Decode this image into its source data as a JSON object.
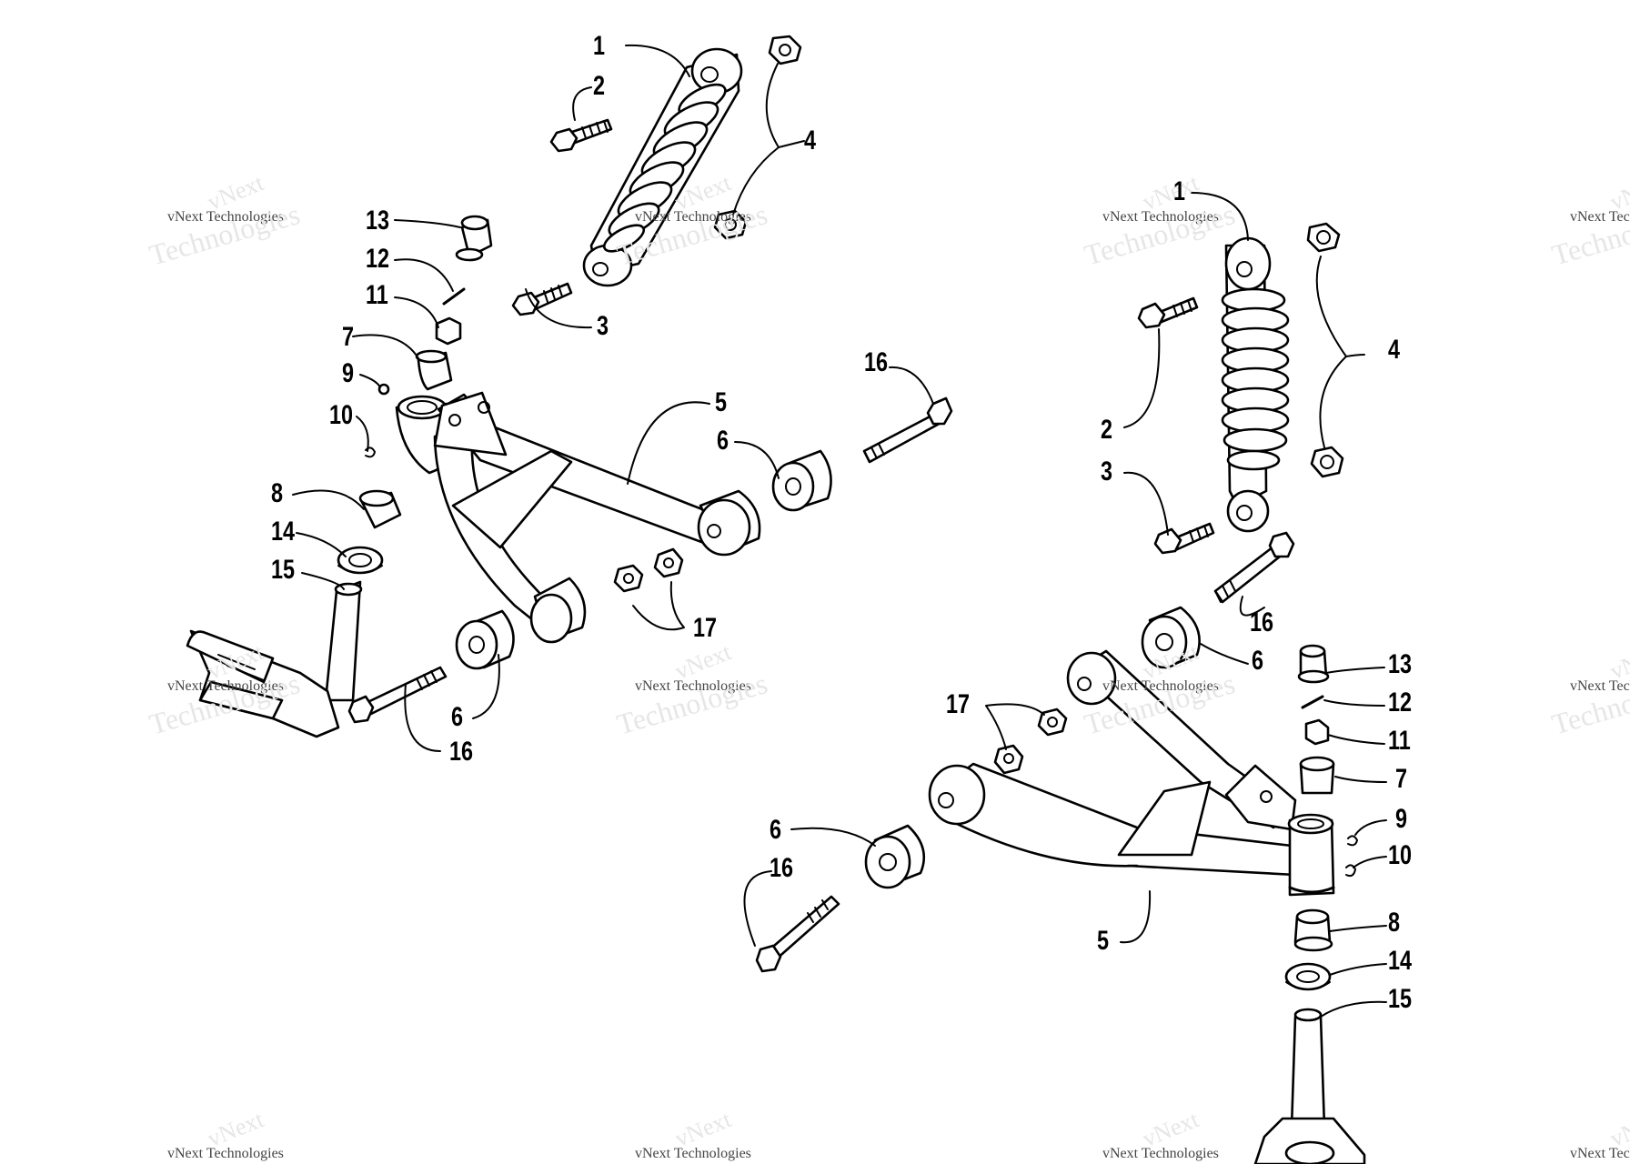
{
  "callouts": {
    "left": {
      "shock": "1",
      "shock_upper_bolt": "2",
      "shock_lower_bolt": "3",
      "shock_nut": "4",
      "a_arm": "5",
      "bushing_rear": "6",
      "bushing_front": "6",
      "bushing_7": "7",
      "bushing_8": "8",
      "fitting_9": "9",
      "fitting_10": "10",
      "castle_nut": "11",
      "cotter_pin": "12",
      "cap": "13",
      "seal": "14",
      "spindle": "15",
      "bolt_rear": "16",
      "bolt_front": "16",
      "lock_nut": "17"
    },
    "right": {
      "shock": "1",
      "shock_upper_bolt": "2",
      "shock_lower_bolt": "3",
      "shock_nut": "4",
      "a_arm": "5",
      "bushing_rear": "6",
      "bushing_front": "6",
      "bushing_7": "7",
      "bushing_8": "8",
      "fitting_9": "9",
      "fitting_10": "10",
      "castle_nut": "11",
      "cotter_pin": "12",
      "cap": "13",
      "seal": "14",
      "spindle": "15",
      "bolt_rear": "16",
      "bolt_front": "16",
      "lock_nut": "17"
    }
  },
  "watermark": {
    "line_a": "vNext",
    "line_b": "vNext Technologies",
    "line_c": "Technologies"
  }
}
